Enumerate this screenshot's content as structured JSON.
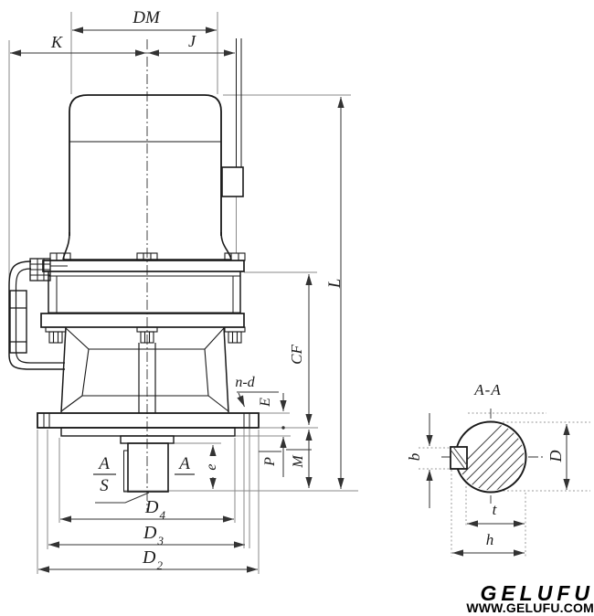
{
  "drawing": {
    "title_note": "A-A",
    "labels": {
      "dm": "DM",
      "k": "K",
      "j": "J",
      "l": "L",
      "cf": "CF",
      "nd": "n-d",
      "e_upper": "E",
      "p": "P",
      "m": "M",
      "e_lower": "e",
      "a_over_s_top": "A",
      "a_over_s_bottom": "S",
      "a_section_mark": "A",
      "d4_base": "D",
      "d4_sub": "4",
      "d3_base": "D",
      "d3_sub": "3",
      "d2_base": "D",
      "d2_sub": "2",
      "section_title": "A-A",
      "b": "b",
      "d": "D",
      "t": "t",
      "h": "h"
    },
    "logo": {
      "brand": "GELUFU",
      "website": "WWW.GELUFU.COM"
    }
  }
}
